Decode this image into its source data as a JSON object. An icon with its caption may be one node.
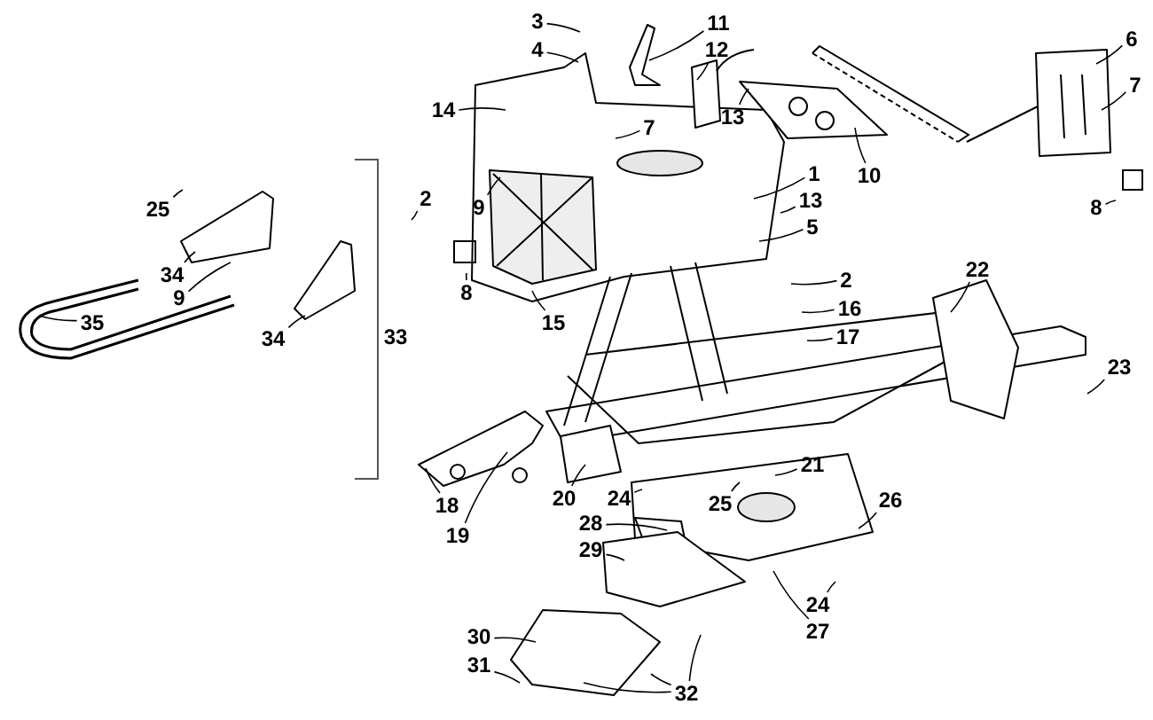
{
  "diagram": {
    "nodes": [
      {
        "text": [
          "3"
        ]
      },
      {
        "text": [
          "4"
        ]
      },
      {
        "text": [
          "11"
        ]
      },
      {
        "text": [
          "12"
        ]
      },
      {
        "text": [
          "14"
        ]
      },
      {
        "text": [
          "13"
        ]
      },
      {
        "text": [
          "7"
        ]
      },
      {
        "text": [
          "6"
        ]
      },
      {
        "text": [
          "7"
        ]
      },
      {
        "text": [
          "10"
        ]
      },
      {
        "text": [
          "1"
        ]
      },
      {
        "text": [
          "13"
        ]
      },
      {
        "text": [
          "5"
        ]
      },
      {
        "text": [
          "9"
        ]
      },
      {
        "text": [
          "8"
        ]
      },
      {
        "text": [
          "15"
        ]
      },
      {
        "text": [
          "2"
        ]
      },
      {
        "text": [
          "16"
        ]
      },
      {
        "text": [
          "17"
        ]
      },
      {
        "text": [
          "8"
        ]
      },
      {
        "text": [
          "22"
        ]
      },
      {
        "text": [
          "23"
        ]
      },
      {
        "text": [
          "25"
        ]
      },
      {
        "text": [
          "2"
        ]
      },
      {
        "text": [
          "34"
        ]
      },
      {
        "text": [
          "9"
        ]
      },
      {
        "text": [
          "34"
        ]
      },
      {
        "text": [
          "35"
        ]
      },
      {
        "text": [
          "18"
        ]
      },
      {
        "text": [
          "19"
        ]
      },
      {
        "text": [
          "20"
        ]
      },
      {
        "text": [
          "21"
        ]
      },
      {
        "text": [
          "24"
        ]
      },
      {
        "text": [
          "25"
        ]
      },
      {
        "text": [
          "26"
        ]
      },
      {
        "text": [
          "28"
        ]
      },
      {
        "text": [
          "29"
        ]
      },
      {
        "text": [
          "24"
        ]
      },
      {
        "text": [
          "27"
        ]
      },
      {
        "text": [
          "30"
        ]
      },
      {
        "text": [
          "31"
        ]
      },
      {
        "text": [
          "32"
        ]
      }
    ],
    "edges": [
      {
        "from": 0,
        "to": null,
        "arrow": "none"
      },
      {
        "from": 1,
        "to": null,
        "arrow": "none"
      },
      {
        "from": 2,
        "to": null,
        "arrow": "none"
      },
      {
        "from": 3,
        "to": null,
        "arrow": "none"
      },
      {
        "from": 4,
        "to": null,
        "arrow": "none"
      },
      {
        "from": 5,
        "to": null,
        "arrow": "none"
      },
      {
        "from": 6,
        "to": null,
        "arrow": "none"
      },
      {
        "from": 7,
        "to": null,
        "arrow": "none"
      },
      {
        "from": 8,
        "to": null,
        "arrow": "none"
      },
      {
        "from": 9,
        "to": null,
        "arrow": "none"
      },
      {
        "from": 10,
        "to": null,
        "arrow": "none"
      },
      {
        "from": 11,
        "to": null,
        "arrow": "none"
      },
      {
        "from": 12,
        "to": null,
        "arrow": "none"
      },
      {
        "from": 13,
        "to": null,
        "arrow": "none"
      },
      {
        "from": 14,
        "to": null,
        "arrow": "none"
      },
      {
        "from": 15,
        "to": null,
        "arrow": "none"
      },
      {
        "from": 16,
        "to": null,
        "arrow": "none"
      },
      {
        "from": 17,
        "to": null,
        "arrow": "none"
      },
      {
        "from": 18,
        "to": null,
        "arrow": "none"
      },
      {
        "from": 19,
        "to": null,
        "arrow": "none"
      },
      {
        "from": 20,
        "to": null,
        "arrow": "none"
      },
      {
        "from": 21,
        "to": null,
        "arrow": "none"
      },
      {
        "from": 22,
        "to": null,
        "arrow": "none"
      },
      {
        "from": 23,
        "to": null,
        "arrow": "none"
      },
      {
        "from": 24,
        "to": null,
        "arrow": "none"
      },
      {
        "from": 25,
        "to": null,
        "arrow": "none"
      },
      {
        "from": 26,
        "to": null,
        "arrow": "none"
      },
      {
        "from": 27,
        "to": null,
        "arrow": "none"
      },
      {
        "from": 28,
        "to": null,
        "arrow": "none"
      },
      {
        "from": 29,
        "to": null,
        "arrow": "none"
      },
      {
        "from": 30,
        "to": null,
        "arrow": "none"
      },
      {
        "from": 31,
        "to": null,
        "arrow": "none"
      },
      {
        "from": 32,
        "to": null,
        "arrow": "none"
      },
      {
        "from": 33,
        "to": null,
        "arrow": "none"
      },
      {
        "from": 34,
        "to": null,
        "arrow": "none"
      },
      {
        "from": 35,
        "to": null,
        "arrow": "none"
      },
      {
        "from": 36,
        "to": null,
        "arrow": "none"
      },
      {
        "from": 37,
        "to": null,
        "arrow": "none"
      },
      {
        "from": 38,
        "to": null,
        "arrow": "none"
      },
      {
        "from": 39,
        "to": null,
        "arrow": "none"
      },
      {
        "from": 40,
        "to": null,
        "arrow": "none"
      },
      {
        "from": 41,
        "to": null,
        "arrow": "none"
      },
      {
        "from": 41,
        "to": null,
        "arrow": "none"
      },
      {
        "from": 41,
        "to": null,
        "arrow": "none"
      }
    ],
    "labels": [
      "33"
    ]
  }
}
